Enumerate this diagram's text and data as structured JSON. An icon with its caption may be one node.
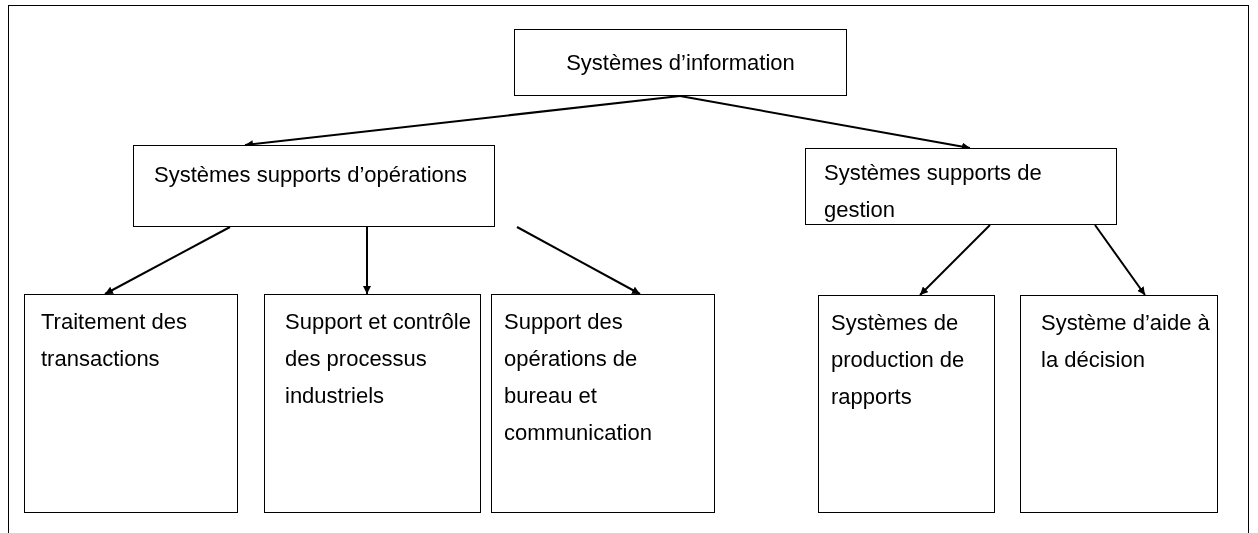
{
  "diagram": {
    "nodes": [
      {
        "text": [
          "Systèmes d’information"
        ]
      },
      {
        "text": [
          "Systèmes supports d’opérations"
        ]
      },
      {
        "text": [
          "Systèmes supports de gestion"
        ]
      },
      {
        "text": [
          "Traitement des transactions"
        ]
      },
      {
        "text": [
          "Support et contrôle des processus industriels"
        ]
      },
      {
        "text": [
          "Support des opérations de bureau et communication"
        ]
      },
      {
        "text": [
          "Systèmes de production de rapports"
        ]
      },
      {
        "text": [
          "Système d’aide à la décision"
        ]
      }
    ],
    "edges": [
      {
        "from": 0,
        "to": 1,
        "arrow": "to"
      },
      {
        "from": 0,
        "to": 2,
        "arrow": "to"
      },
      {
        "from": 1,
        "to": 3,
        "arrow": "to"
      },
      {
        "from": 1,
        "to": 4,
        "arrow": "to"
      },
      {
        "from": 1,
        "to": 5,
        "arrow": "to"
      },
      {
        "from": 2,
        "to": 6,
        "arrow": "to"
      },
      {
        "from": 2,
        "to": 7,
        "arrow": "to"
      }
    ]
  }
}
